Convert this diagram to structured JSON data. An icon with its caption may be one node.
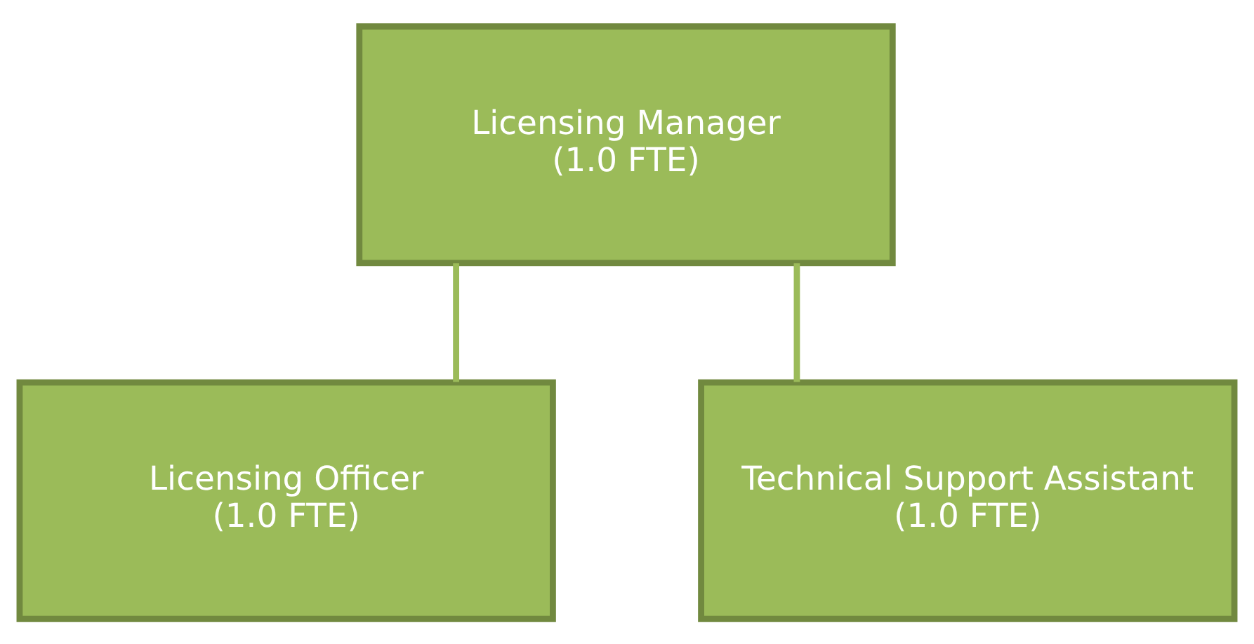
{
  "diagram": {
    "nodes": [
      {
        "text": [
          "Licensing Manager",
          "(1.0 FTE)"
        ]
      },
      {
        "text": [
          "Licensing Officer",
          "(1.0 FTE)"
        ]
      },
      {
        "text": [
          "Technical Support Assistant",
          "(1.0 FTE)"
        ]
      }
    ],
    "edges": [
      {
        "from": 0,
        "to": 1,
        "arrow": "none"
      },
      {
        "from": 0,
        "to": 2,
        "arrow": "none"
      }
    ]
  }
}
